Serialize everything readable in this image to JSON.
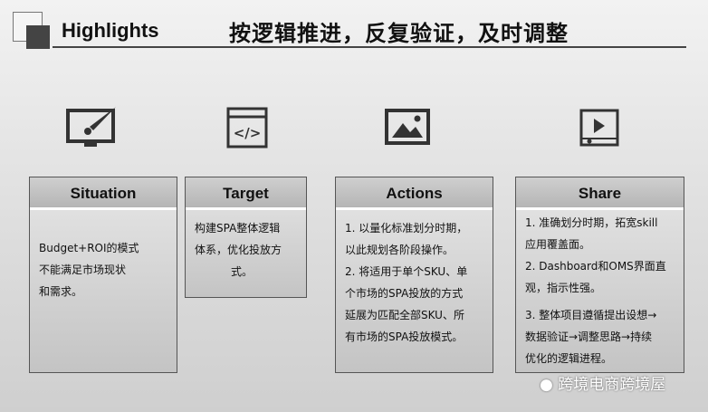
{
  "header": {
    "title": "Highlights",
    "subtitle": "按逻辑推进，反复验证，及时调整"
  },
  "cards": [
    {
      "title": "Situation",
      "icon": "brush-monitor-icon",
      "lines": [
        "Budget+ROI的模式",
        "不能满足市场现状",
        "和需求。"
      ]
    },
    {
      "title": "Target",
      "icon": "code-window-icon",
      "lines": [
        "构建SPA整体逻辑",
        "体系，优化投放方",
        "式。"
      ]
    },
    {
      "title": "Actions",
      "icon": "image-icon",
      "lines": [
        "1. 以量化标准划分时期，",
        "以此规划各阶段操作。",
        "2. 将适用于单个SKU、单",
        "个市场的SPA投放的方式",
        "延展为匹配全部SKU、所",
        "有市场的SPA投放模式。"
      ]
    },
    {
      "title": "Share",
      "icon": "video-player-icon",
      "lines": [
        "1.  准确划分时期，拓宽skill",
        "应用覆盖面。",
        "2. Dashboard和OMS界面直",
        "观，指示性强。",
        "3. 整体项目遵循提出设想→",
        "数据验证→调整思路→持续",
        "优化的逻辑进程。"
      ]
    }
  ],
  "watermark": "跨境电商跨境屋"
}
